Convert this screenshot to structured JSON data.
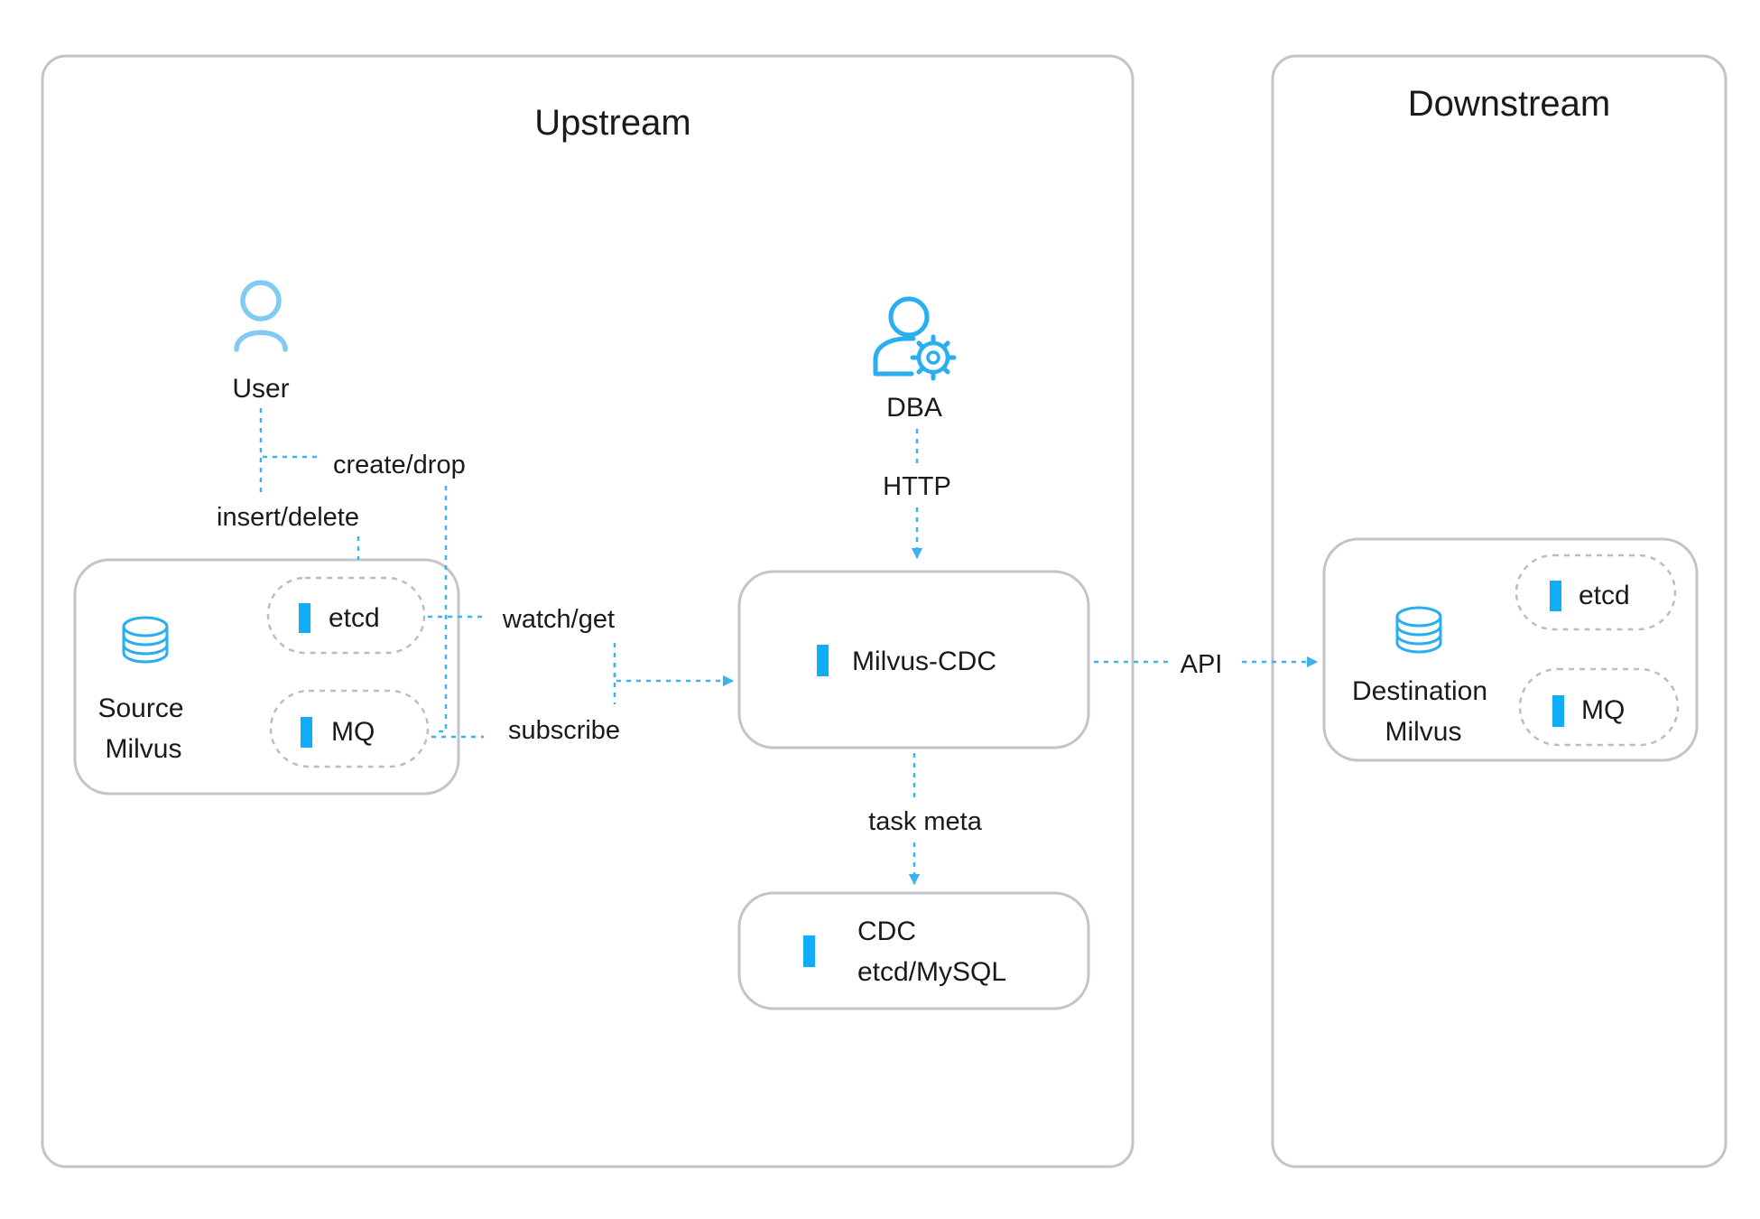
{
  "zones": {
    "upstream": {
      "title": "Upstream"
    },
    "downstream": {
      "title": "Downstream"
    }
  },
  "actors": {
    "user": {
      "label": "User",
      "icon": "user-icon"
    },
    "dba": {
      "label": "DBA",
      "icon": "user-gear-icon"
    }
  },
  "nodes": {
    "source": {
      "line1": "Source",
      "line2": "Milvus",
      "icon": "database-icon",
      "etcd": "etcd",
      "mq": "MQ"
    },
    "cdc": {
      "label": "Milvus-CDC"
    },
    "meta_store": {
      "line1": "CDC",
      "line2": "etcd/MySQL"
    },
    "destination": {
      "line1": "Destination",
      "line2": "Milvus",
      "icon": "database-icon",
      "etcd": "etcd",
      "mq": "MQ"
    }
  },
  "edges": {
    "create_drop": "create/drop",
    "insert_delete": "insert/delete",
    "watch_get": "watch/get",
    "subscribe": "subscribe",
    "http": "HTTP",
    "api": "API",
    "task_meta": "task meta"
  },
  "colors": {
    "accent": "#10aef8",
    "connector": "#3eb1ef",
    "border": "#c3c3cb"
  }
}
